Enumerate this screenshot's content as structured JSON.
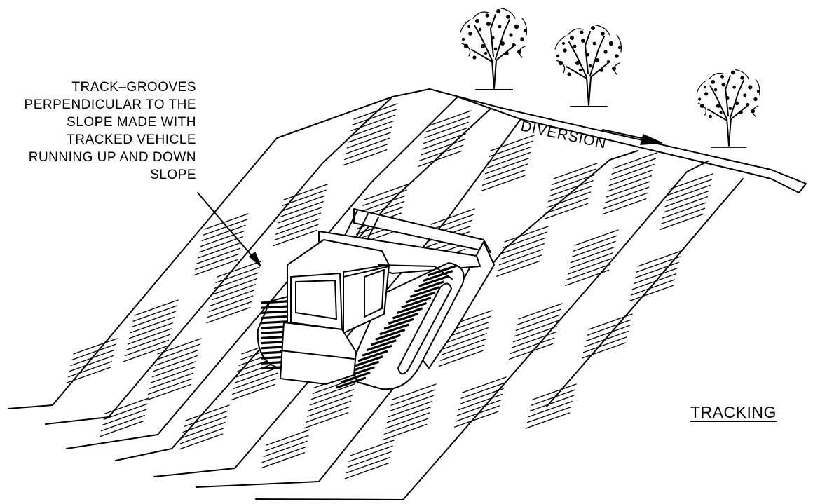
{
  "callout": {
    "lines": [
      "TRACK–GROOVES",
      "PERPENDICULAR TO THE",
      "SLOPE MADE WITH",
      "TRACKED VEHICLE",
      "RUNNING UP AND DOWN",
      "SLOPE"
    ]
  },
  "diversion_label": "DIVERSION",
  "title": "TRACKING",
  "icons": [
    "tree-icon",
    "bulldozer-icon",
    "arrow-icon"
  ]
}
